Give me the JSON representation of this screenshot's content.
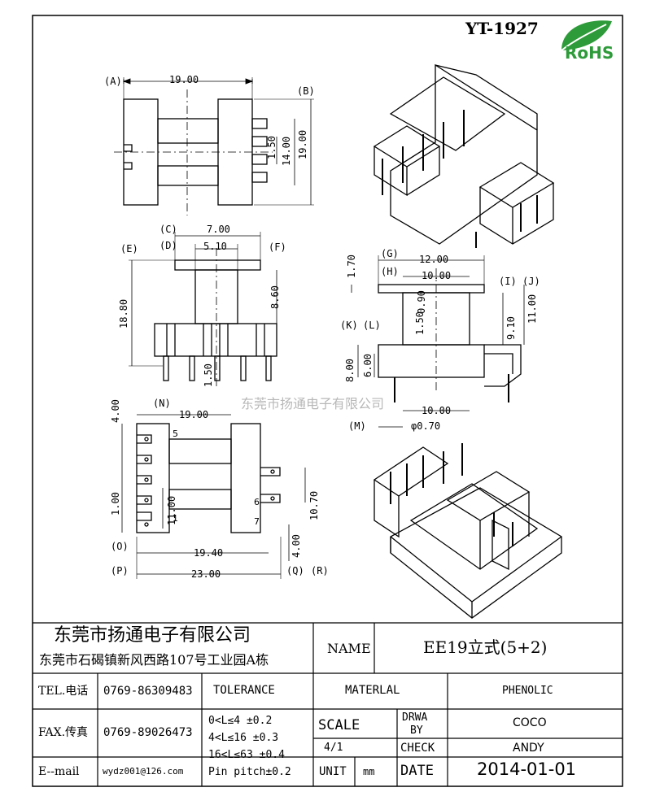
{
  "header": {
    "part_code": "YT-1927",
    "rohs": "RoHS"
  },
  "watermark": "东莞市扬通电子有限公司",
  "dimensions": {
    "A": "(A)",
    "B": "(B)",
    "C": "(C)",
    "D": "(D)",
    "E": "(E)",
    "F": "(F)",
    "G": "(G)",
    "H": "(H)",
    "I": "(I)",
    "J": "(J)",
    "K": "(K)",
    "L": "(L)",
    "M": "(M)",
    "N": "(N)",
    "O": "(O)",
    "P": "(P)",
    "Q": "(Q)",
    "R": "(R)",
    "top_width": "19.00",
    "top_height": "19.00",
    "top_inner": "14.00",
    "top_small": "1.50",
    "front_c": "7.00",
    "front_d": "5.10",
    "front_height": "18.80",
    "front_f": "8.60",
    "front_pin": "1.50",
    "side_gap": "1.70",
    "side_g": "12.00",
    "side_h": "10.00",
    "side_i": "9.10",
    "side_j": "11.00",
    "side_small1": "1.50",
    "side_small2": "0.90",
    "side_k": "8.00",
    "side_l": "6.00",
    "side_bottom": "10.00",
    "side_pin": "φ0.70",
    "bottom_n": "19.00",
    "bottom_left": "4.00",
    "bottom_pitch": "1.00",
    "bottom_inner": "11.00",
    "bottom_right": "10.70",
    "bottom_q": "4.00",
    "bottom_o": "19.40",
    "bottom_p": "23.00",
    "pin5": "5",
    "pin1": "1",
    "pin6": "6",
    "pin7": "7"
  },
  "title_block": {
    "company_name": "东莞市扬通电子有限公司",
    "company_address": "东莞市石碣镇新风西路107号工业园A栋",
    "name_label": "NAME",
    "name_value": "EE19立式(5+2)",
    "tel_label": "TEL.电话",
    "tel_value": "0769-86309483",
    "fax_label": "FAX.传真",
    "fax_value": "0769-89026473",
    "email_label": "E--mail",
    "email_value": "wydz001@126.com",
    "tolerance_label": "TOLERANCE",
    "tol_1": "0<L≤4   ±0.2",
    "tol_2": "4<L≤16  ±0.3",
    "tol_3": "16<L≤63 ±0.4",
    "tol_4": "Pin pitch±0.2",
    "material_label": "MATERLAL",
    "material_value": "PHENOLIC",
    "scale_label": "SCALE",
    "scale_value": "4/1",
    "drawn_label_1": "DRWA",
    "drawn_label_2": "BY",
    "drawn_value": "COCO",
    "check_label": "CHECK",
    "check_value": "ANDY",
    "unit_label": "UNIT",
    "unit_value": "mm",
    "date_label": "DATE",
    "date_value": "2014-01-01"
  }
}
